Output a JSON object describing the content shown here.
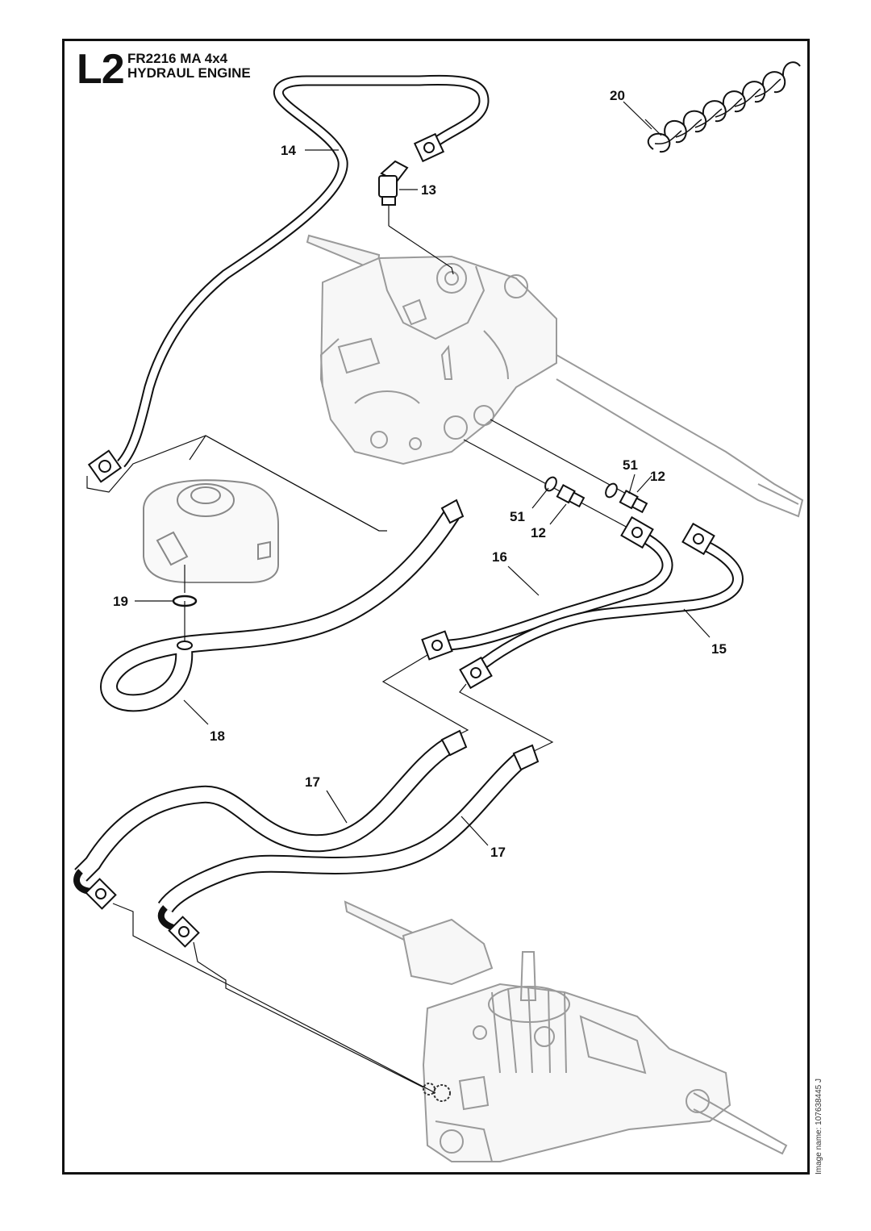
{
  "header": {
    "section": "L2",
    "model": "FR2216 MA 4x4",
    "title": "HYDRAUL ENGINE"
  },
  "footer": {
    "image_name": "Image name: 107638445 J"
  },
  "callouts": {
    "c14": "14",
    "c13": "13",
    "c20": "20",
    "c51a": "51",
    "c12a": "12",
    "c51b": "51",
    "c12b": "12",
    "c16": "16",
    "c15": "15",
    "c19": "19",
    "c18": "18",
    "c17a": "17",
    "c17b": "17"
  },
  "colors": {
    "line": "#111111",
    "ghost": "#9a9a9a"
  }
}
